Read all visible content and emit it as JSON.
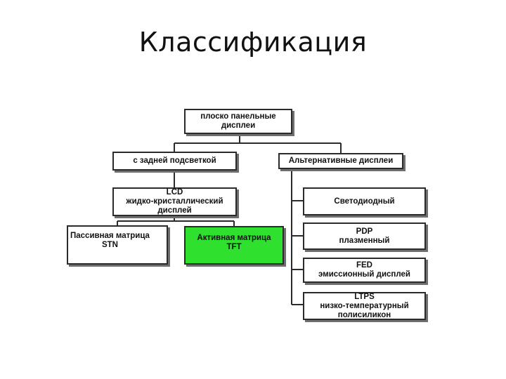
{
  "slide": {
    "title": "Классификация"
  },
  "diagram": {
    "nodes": {
      "root": "плоско панельные\nдисплеи",
      "backlit": "с задней подсветкой",
      "alternative": "Альтернативные дисплеи",
      "lcd": "LCD\nжидко-кристаллический\nдисплей",
      "passive": "Пассивная матрица\nSTN",
      "active": "Активная матрица\nTFT",
      "led": "Светодиодный",
      "pdp": "PDP\nплазменный",
      "fed": "FED\nэмиссионный дисплей",
      "ltps": "LTPS\nнизко-температурный\nполисиликон"
    },
    "colors": {
      "border": "#2b2b2b",
      "shadow": "#6e6e6e",
      "highlight": "#2fe02f"
    }
  }
}
